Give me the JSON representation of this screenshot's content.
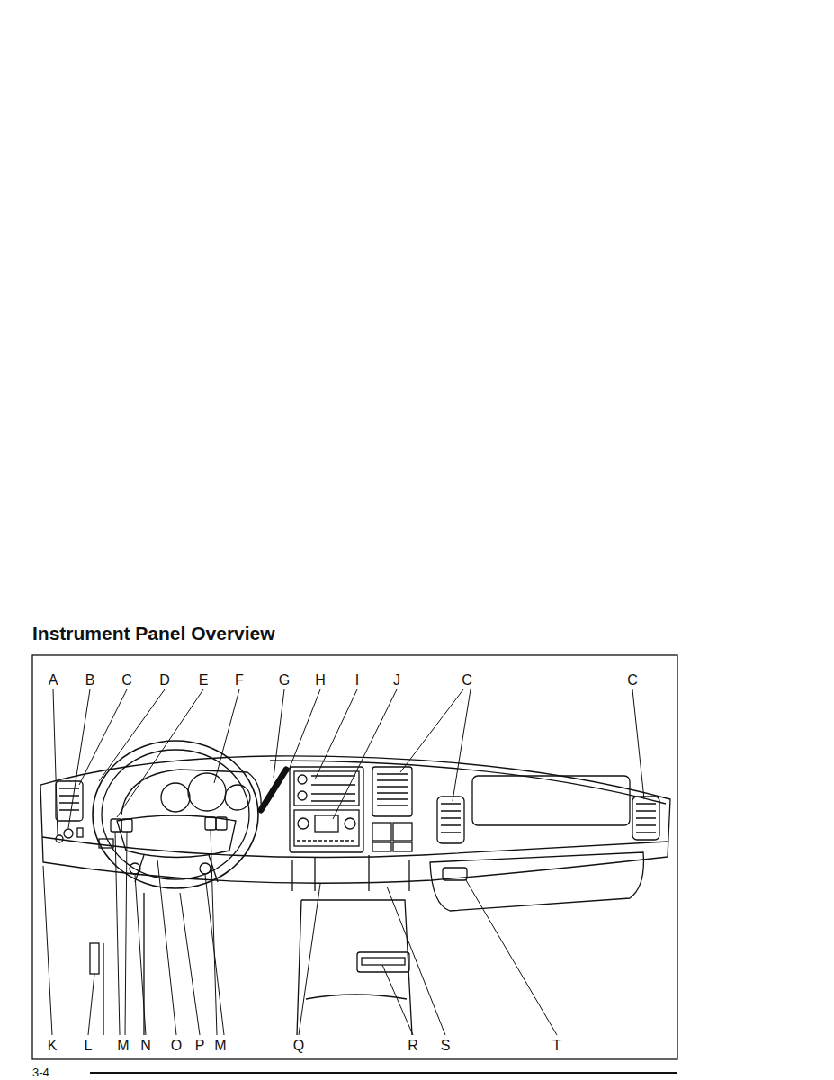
{
  "diagram": {
    "title": "Instrument Panel Overview",
    "labels": [
      "A",
      "B",
      "C",
      "D",
      "E",
      "F",
      "G",
      "H",
      "I",
      "J",
      "C",
      "C",
      "K",
      "L",
      "M",
      "N",
      "O",
      "P",
      "M",
      "Q",
      "R",
      "S",
      "T",
      "3-4"
    ]
  }
}
